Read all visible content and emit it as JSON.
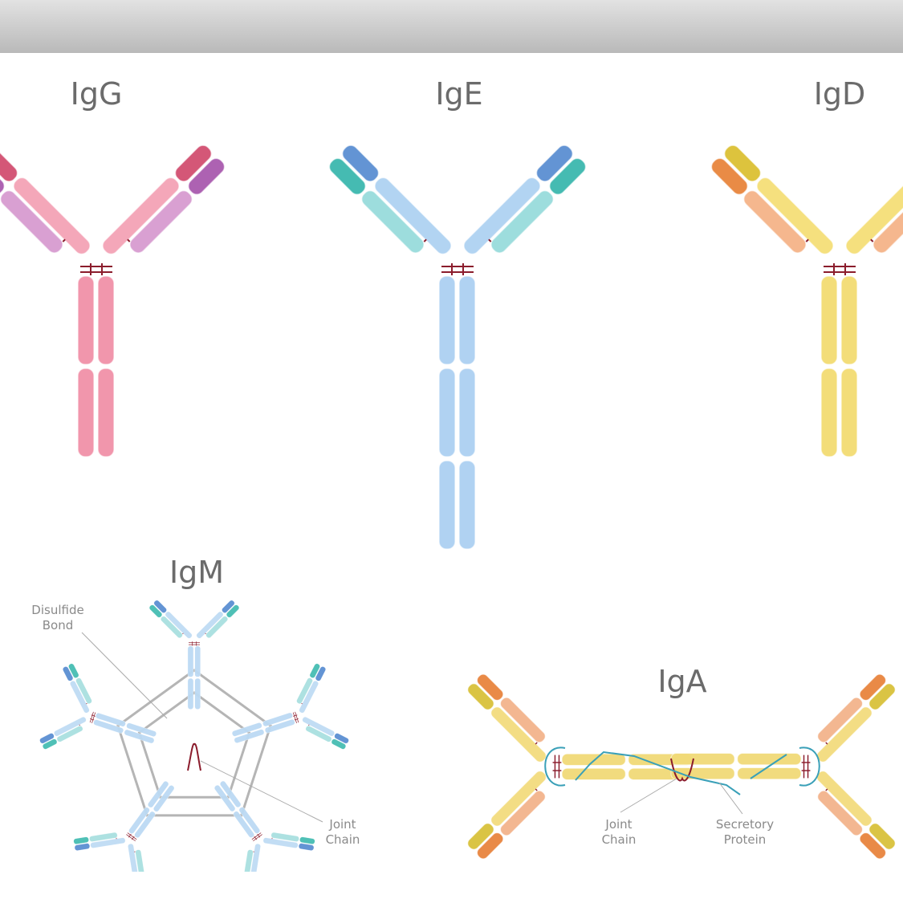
{
  "titles": {
    "igg": "IgG",
    "ige": "IgE",
    "igd": "IgD",
    "igm": "IgM",
    "iga": "IgA"
  },
  "annotations": {
    "igm_disulfide": [
      "Disulfide",
      "Bond"
    ],
    "igm_joint": [
      "Joint",
      "Chain"
    ],
    "iga_joint": [
      "Joint",
      "Chain"
    ],
    "iga_secretory": [
      "Secretory",
      "Protein"
    ]
  },
  "colors": {
    "igg": {
      "heavy_const": "#f4a3b6",
      "heavy_var": "#d24f70",
      "light_const": "#d79bd0",
      "light_var": "#a95aae",
      "stem": "#f191a8"
    },
    "ige": {
      "heavy_const": "#aed2f2",
      "heavy_var": "#5b8fd2",
      "light_const": "#98dcdc",
      "light_var": "#3cb8ae",
      "stem": "#acd0f2"
    },
    "igd": {
      "heavy_const": "#f5df78",
      "heavy_var": "#dcc033",
      "light_const": "#f5b489",
      "light_var": "#e8853d",
      "stem": "#f3dc72"
    },
    "igm": {
      "heavy_const": "#bfdcf4",
      "heavy_var": "#5b8fd2",
      "light_const": "#a9e0e0",
      "light_var": "#46bdb3",
      "stem": "#bcdaf4"
    },
    "iga": {
      "heavy_const": "#f3dc7e",
      "heavy_var": "#d9c13a",
      "light_const": "#f3b48c",
      "light_var": "#e8843e",
      "stem": "#f1da78"
    },
    "bond": "#8b1c2c",
    "connector": "#b5b5b5",
    "secretory": "#3aa0b8"
  }
}
